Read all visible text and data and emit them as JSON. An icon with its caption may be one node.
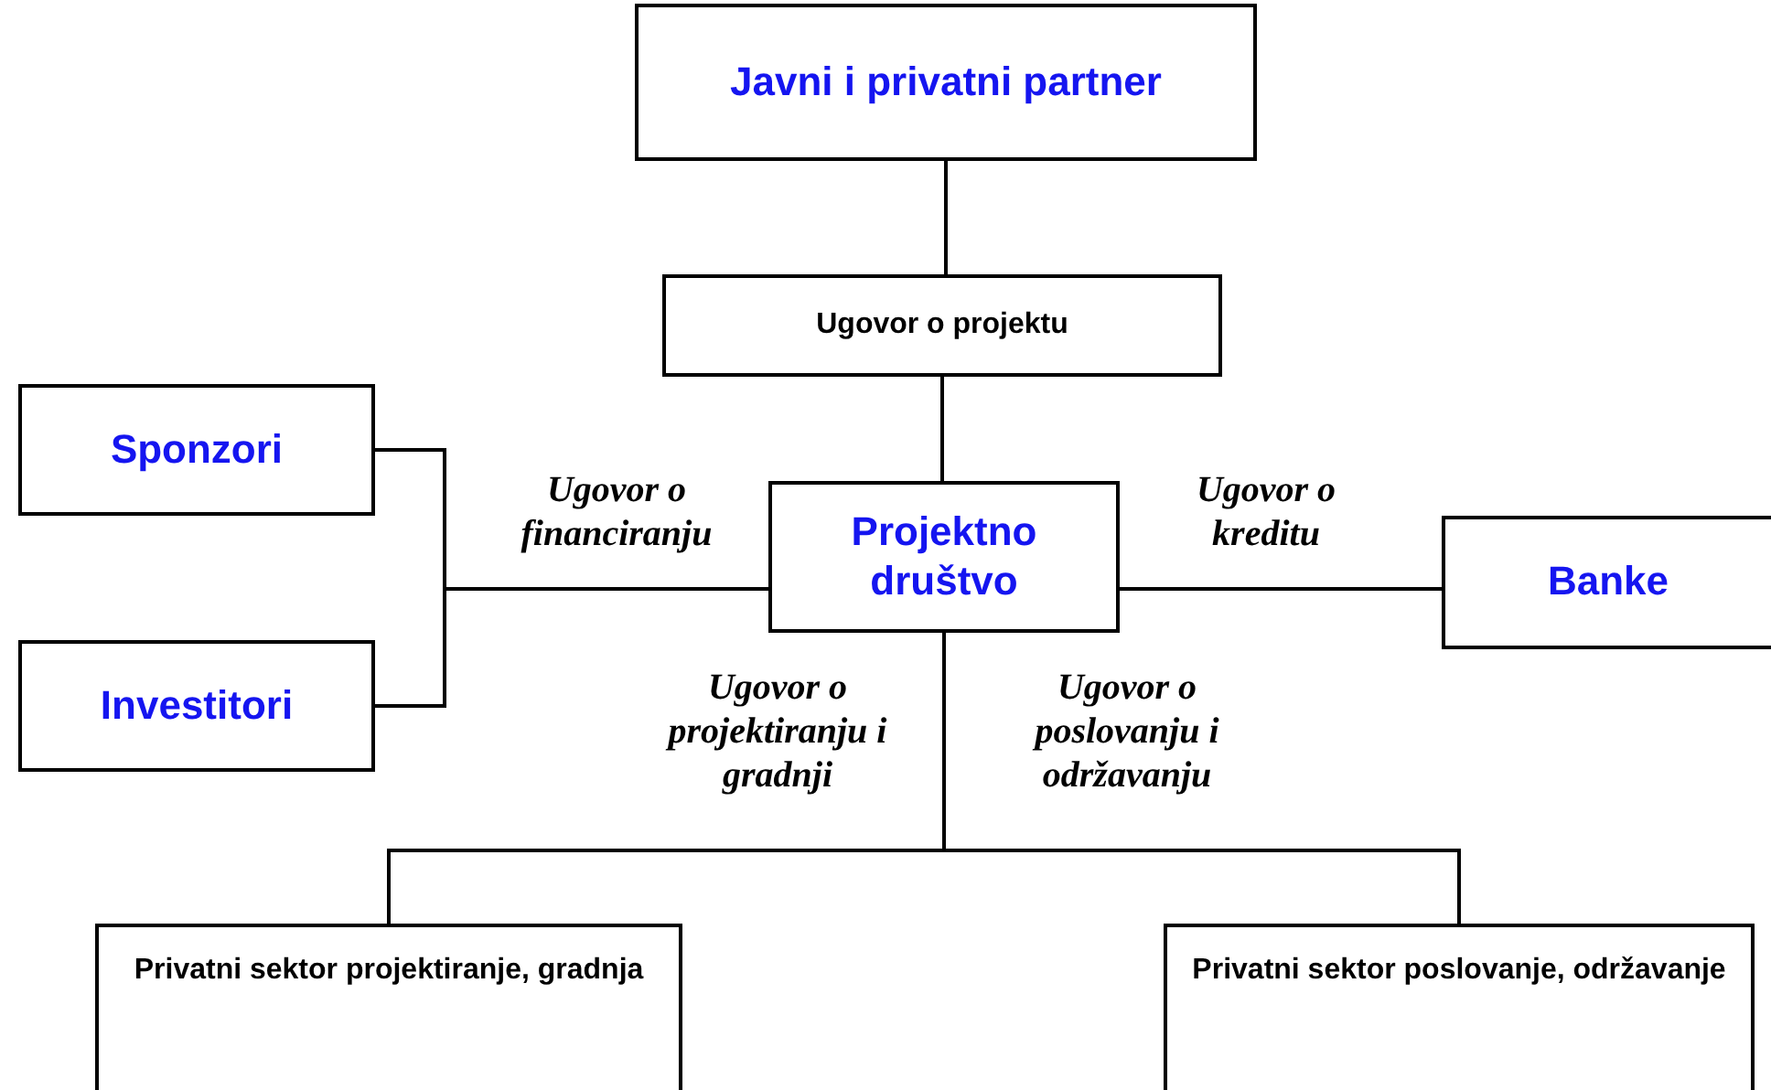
{
  "diagram": {
    "nodes": [
      {
        "text": [
          "Javni i privatni partner"
        ]
      },
      {
        "text": [
          "Ugovor o projektu"
        ]
      },
      {
        "text": [
          "Sponzori"
        ]
      },
      {
        "text": [
          "Investitori"
        ]
      },
      {
        "text": [
          "Projektno društvo"
        ]
      },
      {
        "text": [
          "Banke"
        ]
      },
      {
        "text": [
          "Privatni sektor projektiranje, gradnja"
        ]
      },
      {
        "text": [
          "Privatni sektor poslovanje, održavanje"
        ]
      }
    ],
    "edges": [
      {
        "from": 0,
        "to": 1,
        "arrow": "none"
      },
      {
        "from": 1,
        "to": 4,
        "arrow": "none"
      },
      {
        "from": 2,
        "to": 4,
        "arrow": "none",
        "label": "Ugovor o financiranju"
      },
      {
        "from": 3,
        "to": 4,
        "arrow": "none"
      },
      {
        "from": 4,
        "to": 5,
        "arrow": "none",
        "label": "Ugovor o kreditu"
      },
      {
        "from": 4,
        "to": 6,
        "arrow": "none",
        "label": "Ugovor o projektiranju i gradnji"
      },
      {
        "from": 4,
        "to": 7,
        "arrow": "none",
        "label": "Ugovor o poslovanju i održavanju"
      }
    ]
  }
}
